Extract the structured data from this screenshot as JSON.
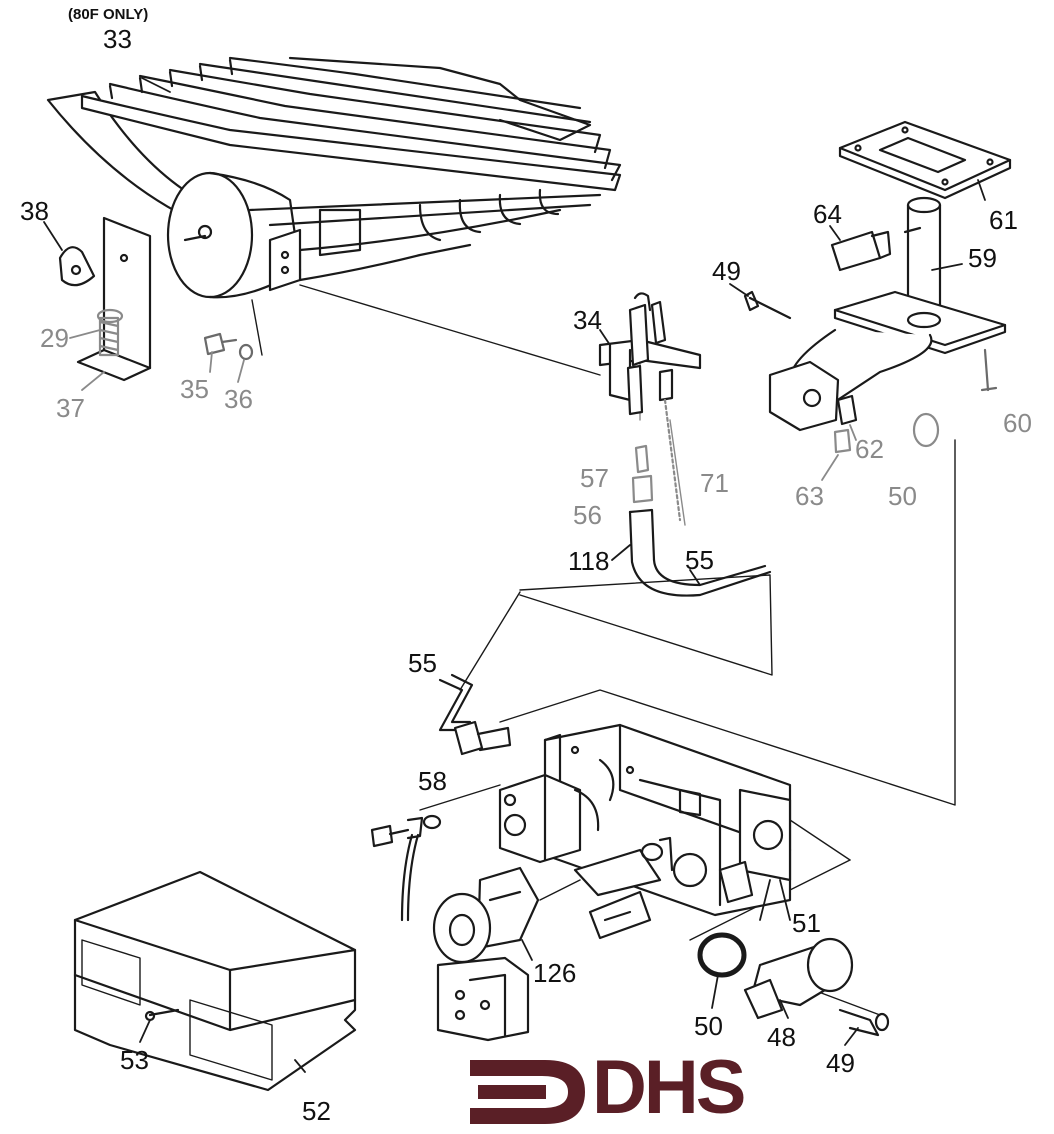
{
  "note": "(80F ONLY)",
  "callouts": {
    "c33": "33",
    "c38": "38",
    "c29": "29",
    "c37": "37",
    "c35": "35",
    "c36": "36",
    "c34": "34",
    "c64": "64",
    "c61": "61",
    "c49a": "49",
    "c59": "59",
    "c60": "60",
    "c62": "62",
    "c63": "63",
    "c50a": "50",
    "c57": "57",
    "c71": "71",
    "c56": "56",
    "c118": "118",
    "c55a": "55",
    "c55b": "55",
    "c58": "58",
    "c51": "51",
    "c126": "126",
    "c50b": "50",
    "c48": "48",
    "c49b": "49",
    "c53": "53",
    "c52": "52"
  },
  "logo": {
    "text": "DHS",
    "color": "#5a1f26"
  },
  "colors": {
    "line": "#1a1a1a",
    "faded": "#8a8a8a",
    "fill": "#ffffff",
    "shade": "#dcdcdc"
  }
}
